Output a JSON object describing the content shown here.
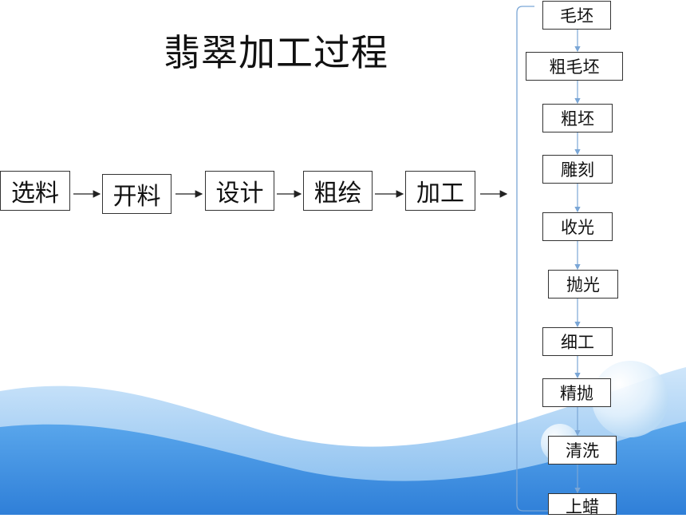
{
  "title": "翡翠加工过程",
  "main_flow": [
    "选料",
    "开料",
    "设计",
    "粗绘",
    "加工"
  ],
  "detail_flow": [
    "毛坯",
    "粗毛坯",
    "粗坯",
    "雕刻",
    "收光",
    "抛光",
    "细工",
    "精抛",
    "清洗",
    "上蜡"
  ],
  "colors": {
    "wave_dark": "#3a8fe0",
    "wave_light": "#a9d2f5",
    "connector": "#7aa6d6"
  }
}
